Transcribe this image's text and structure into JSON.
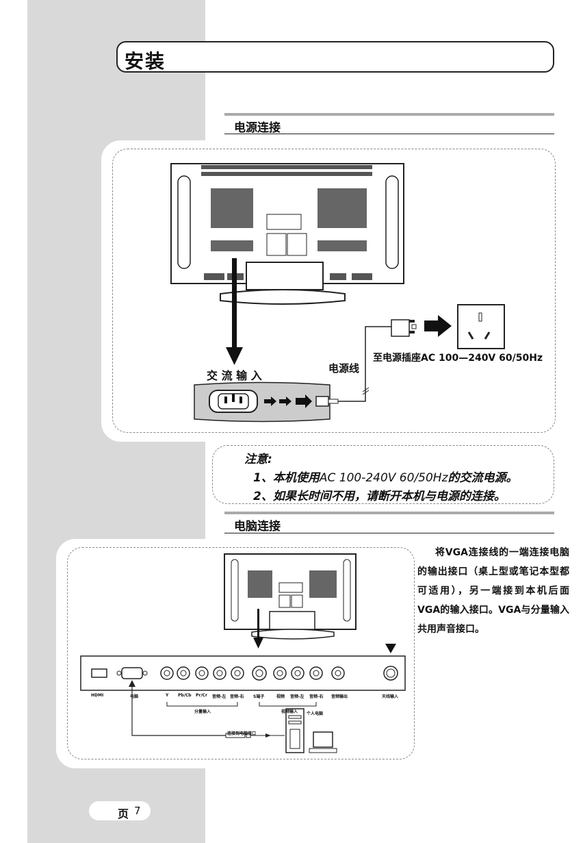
{
  "header": {
    "title": "安装"
  },
  "power_section": {
    "title": "电源连接",
    "labels": {
      "ac_input": "交 流 输 入",
      "power_cord": "电源线",
      "to_outlet": "至电源插座AC 100—240V  60/50Hz"
    }
  },
  "note": {
    "title": "注意:",
    "line1": {
      "num": "1、",
      "pre": "本机使用",
      "mid": "AC 100-240V 60/50Hz",
      "post": "的交流电源。"
    },
    "line2": "2、如果长时间不用，请断开本机与电源的连接。"
  },
  "pc_section": {
    "title": "电脑连接",
    "description": "将VGA连接线的一端连接电脑的输出接口（桌上型或笔记本型都可适用），另一端接到本机后面VGA的输入接口。VGA与分量输入共用声音接口。",
    "ports": [
      "HDMI",
      "电脑",
      "Y",
      "Pb/Cb",
      "Pr/Cr",
      "音频-左",
      "音频-右",
      "S端子",
      "视频",
      "音频-左",
      "音频-右",
      "音频输出",
      "天线输入"
    ],
    "groups": {
      "component": "分量输入",
      "video": "视频输入"
    },
    "pc_label": "个人电脑",
    "cable_label": "连接到电脑接口"
  },
  "footer": {
    "page_label": "页",
    "page_number": "7"
  }
}
